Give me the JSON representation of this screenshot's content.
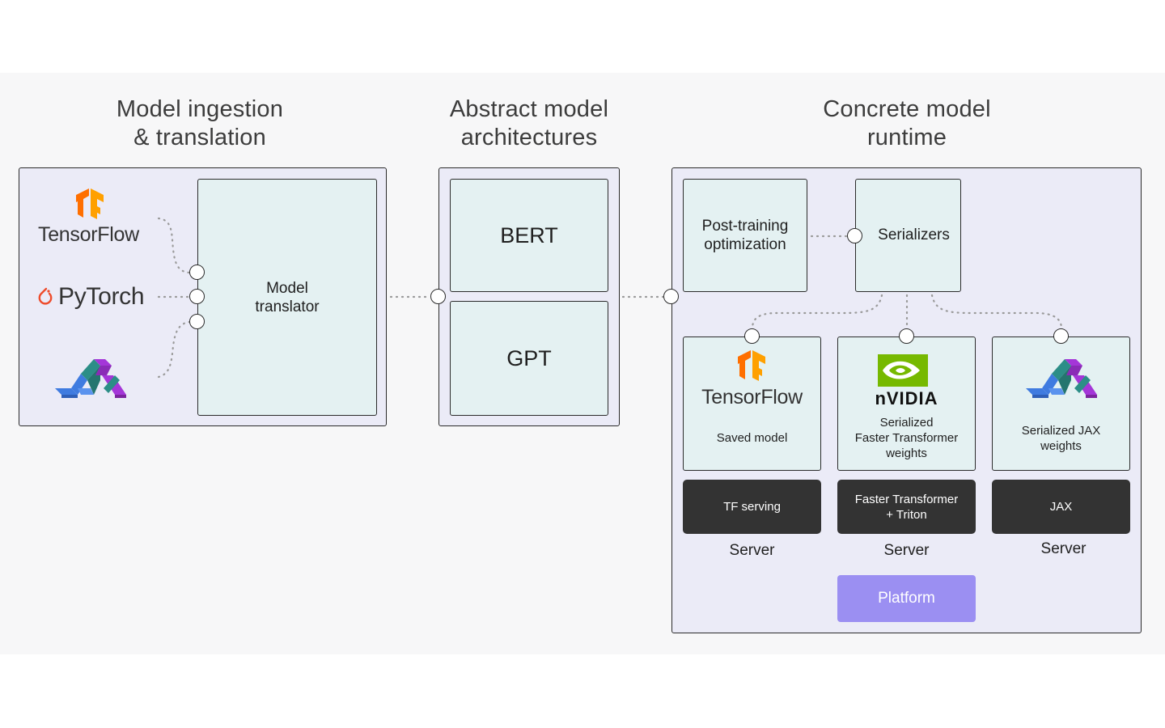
{
  "columns": {
    "ingestion": {
      "title_line1": "Model ingestion",
      "title_line2": "& translation"
    },
    "abstract": {
      "title_line1": "Abstract model",
      "title_line2": "architectures"
    },
    "runtime": {
      "title_line1": "Concrete model",
      "title_line2": "runtime"
    }
  },
  "ingestion": {
    "tensorflow_label": "TensorFlow",
    "pytorch_label": "PyTorch",
    "translator_line1": "Model",
    "translator_line2": "translator"
  },
  "abstract": {
    "bert": "BERT",
    "gpt": "GPT"
  },
  "runtime": {
    "post_training_line1": "Post-training",
    "post_training_line2": "optimization",
    "serializers": "Serializers",
    "formats": [
      {
        "logo": "TensorFlow",
        "line1": "Saved model",
        "line2": "",
        "line3": ""
      },
      {
        "logo": "nVIDIA",
        "line1": "Serialized",
        "line2": "Faster Transformer",
        "line3": "weights"
      },
      {
        "logo": "",
        "line1": "Serialized JAX",
        "line2": "weights",
        "line3": ""
      }
    ],
    "servers": [
      {
        "line1": "TF serving",
        "line2": "",
        "caption": "Server"
      },
      {
        "line1": "Faster Transformer",
        "line2": "+ Triton",
        "caption": "Server"
      },
      {
        "line1": "JAX",
        "line2": "",
        "caption": "Server"
      }
    ],
    "platform": "Platform"
  },
  "colors": {
    "panel_bg": "#ebebf7",
    "box_bg": "#e4f1f2",
    "dark_box": "#333333",
    "platform": "#9b8ff2",
    "tensorflow_orange": "#ff8f00",
    "pytorch_red": "#ee4c2c",
    "nvidia_green": "#76b900",
    "jax_blue": "#3f7be0",
    "jax_purple": "#a436d8",
    "jax_teal": "#2c8e87"
  },
  "icons": [
    "tensorflow-icon",
    "pytorch-icon",
    "jax-icon",
    "nvidia-icon"
  ]
}
